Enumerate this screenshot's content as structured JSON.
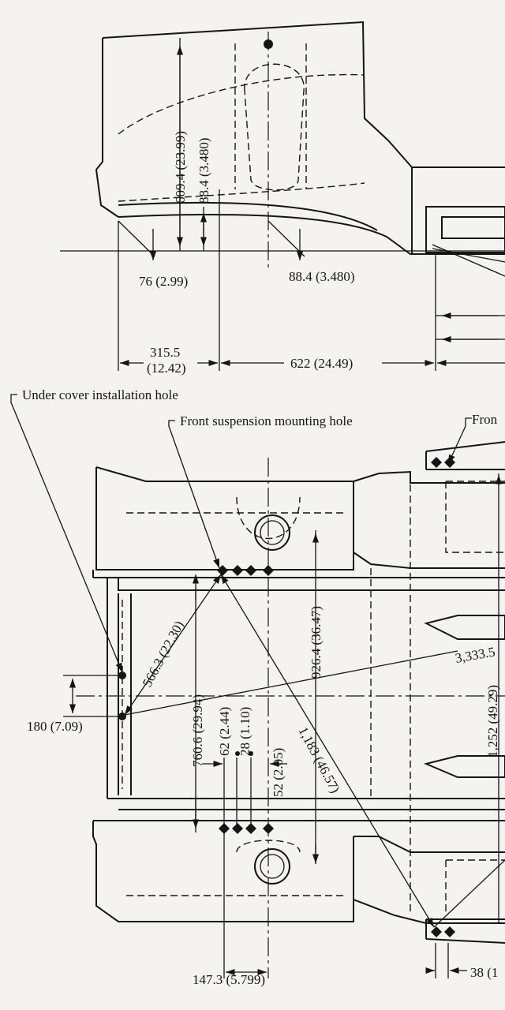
{
  "callouts": {
    "under_cover_hole": "Under cover installation hole",
    "front_susp_hole": "Front suspension mounting hole",
    "front_partial": "Fron"
  },
  "dims": {
    "d609": "609.4 (23.99)",
    "d88v": "88.4 (3.480)",
    "d76": "76 (2.99)",
    "d88h": "88.4 (3.480)",
    "d315a": "315.5",
    "d315b": "(12.42)",
    "d622": "622 (24.49)",
    "d566": "566.3 (22.30)",
    "d926": "926.4 (36.47)",
    "d3333": "3,333.5",
    "d1252": "1,252 (49.29)",
    "d180": "180 (7.09)",
    "d760": "760.6 (29.94)",
    "d62": "62 (2.44)",
    "d28": "28 (1.10)",
    "d52": "52 (2.05)",
    "d1183": "1,183 (46.57)",
    "d147": "147.3 (5.799)",
    "d38": "38 (1"
  }
}
